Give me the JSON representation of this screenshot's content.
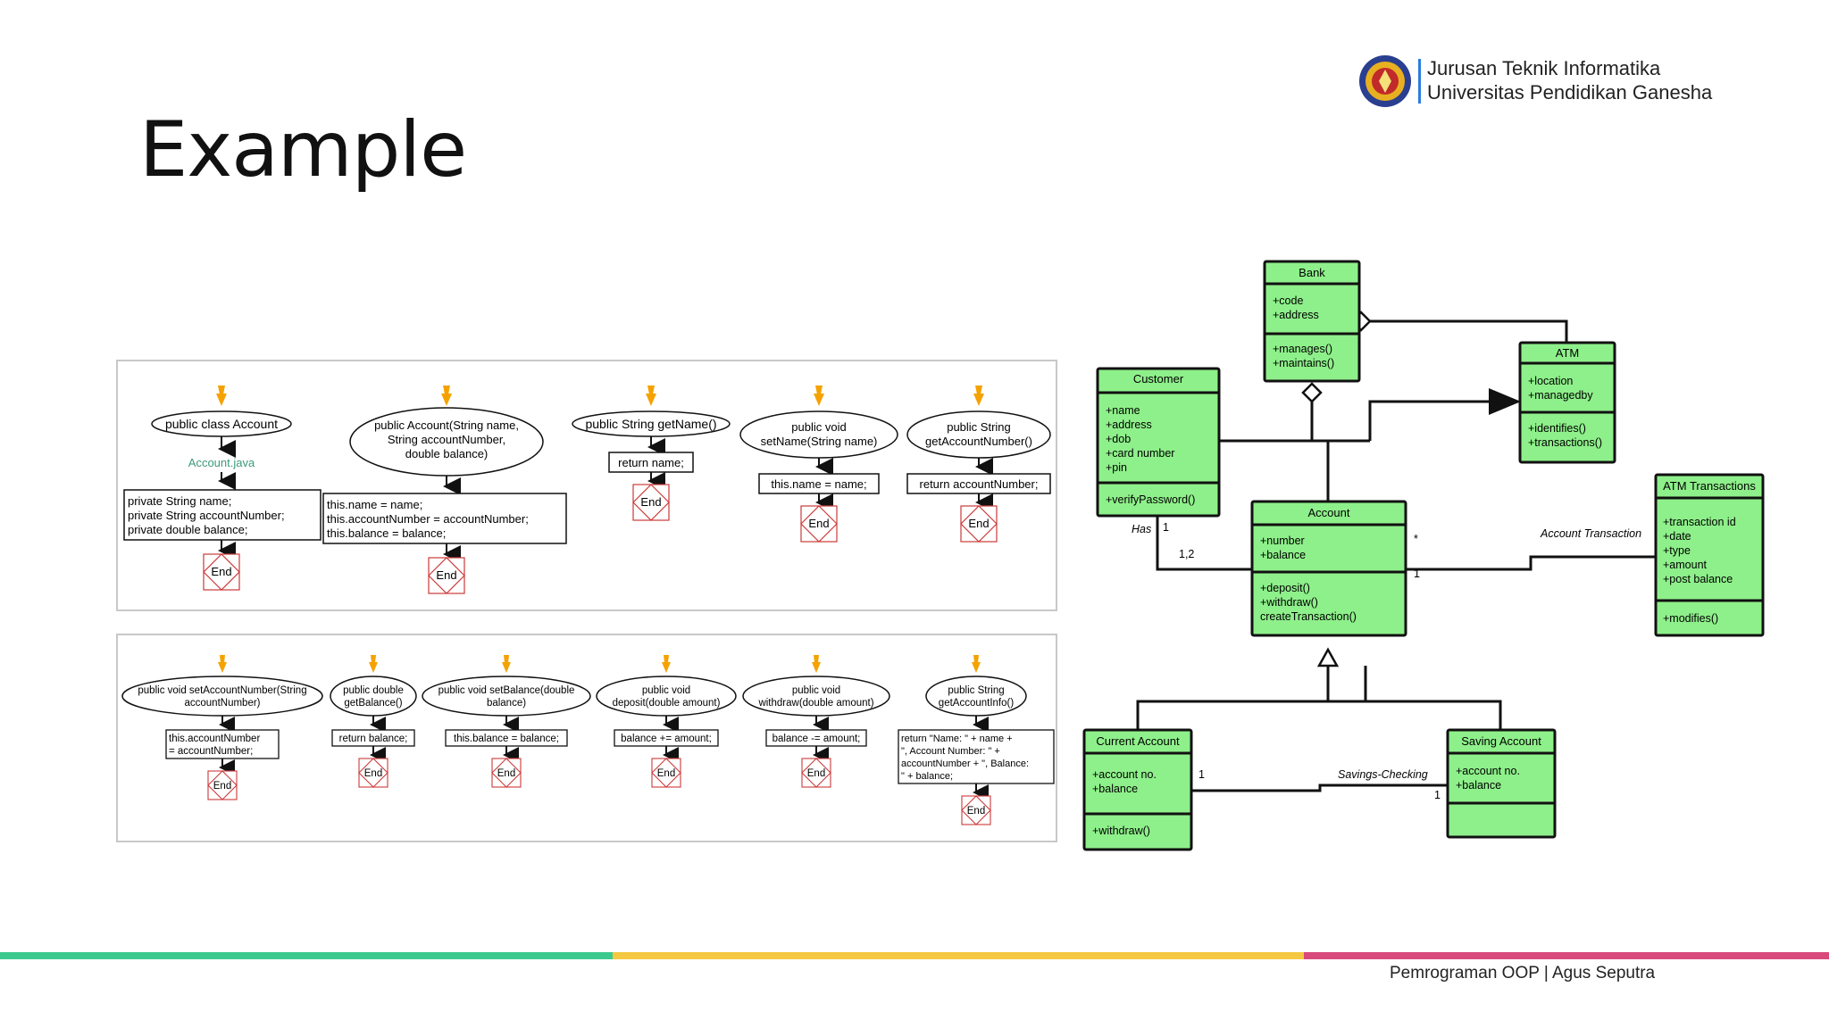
{
  "slide": {
    "title": "Example"
  },
  "institution": {
    "line1": "Jurusan Teknik Informatika",
    "line2": "Universitas Pendidikan Ganesha"
  },
  "flowchart1": {
    "class_node": "public class Account",
    "file_label": "Account.java",
    "fields": [
      "private String name;",
      "private String accountNumber;",
      "private double balance;"
    ],
    "ctor_node": [
      "public Account(String name,",
      "String accountNumber,",
      "double balance)"
    ],
    "ctor_body": [
      "this.name = name;",
      "this.accountNumber = accountNumber;",
      "this.balance = balance;"
    ],
    "getname_node": "public String getName()",
    "getname_body": "return name;",
    "setname_node": [
      "public void",
      "setName(String name)"
    ],
    "setname_body": "this.name = name;",
    "getacc_node": [
      "public String",
      "getAccountNumber()"
    ],
    "getacc_body": "return accountNumber;",
    "end": "End"
  },
  "flowchart2": {
    "setacc_node": [
      "public void setAccountNumber(String",
      "accountNumber)"
    ],
    "setacc_body": [
      "this.accountNumber",
      "= accountNumber;"
    ],
    "getbal_node": [
      "public double",
      "getBalance()"
    ],
    "getbal_body": "return balance;",
    "setbal_node": [
      "public void setBalance(double",
      "balance)"
    ],
    "setbal_body": "this.balance = balance;",
    "deposit_node": [
      "public void",
      "deposit(double amount)"
    ],
    "deposit_body": "balance += amount;",
    "withdraw_node": [
      "public void",
      "withdraw(double amount)"
    ],
    "withdraw_body": "balance -= amount;",
    "info_node": [
      "public String",
      "getAccountInfo()"
    ],
    "info_body": [
      "return \"Name: \" + name +",
      "\", Account Number: \" +",
      "accountNumber + \", Balance:",
      "\" + balance;"
    ],
    "end": "End"
  },
  "uml": {
    "bank": {
      "name": "Bank",
      "attrs": [
        "+code",
        "+address"
      ],
      "ops": [
        "+manages()",
        "+maintains()"
      ]
    },
    "atm": {
      "name": "ATM",
      "attrs": [
        "+location",
        "+managedby"
      ],
      "ops": [
        "+identifies()",
        "+transactions()"
      ]
    },
    "customer": {
      "name": "Customer",
      "attrs": [
        "+name",
        "+address",
        "+dob",
        "+card number",
        "+pin"
      ],
      "ops": [
        "+verifyPassword()"
      ]
    },
    "account": {
      "name": "Account",
      "attrs": [
        "+number",
        "+balance"
      ],
      "ops": [
        "+deposit()",
        "+withdraw()",
        "createTransaction()"
      ]
    },
    "atm_transactions": {
      "name": "ATM Transactions",
      "attrs": [
        "+transaction id",
        "+date",
        "+type",
        "+amount",
        "+post balance"
      ],
      "ops": [
        "+modifies()"
      ]
    },
    "current_account": {
      "name": "Current Account",
      "attrs": [
        "+account no.",
        "+balance"
      ],
      "ops": [
        "+withdraw()"
      ]
    },
    "saving_account": {
      "name": "Saving Account",
      "attrs": [
        "+account no.",
        "+balance"
      ],
      "ops": []
    },
    "labels": {
      "has": "Has",
      "has_mult_customer": "1",
      "has_mult_account": "1,2",
      "acc_tx": "Account Transaction",
      "acc_tx_mult_account": "1",
      "acc_tx_star": "*",
      "savings_checking": "Savings-Checking",
      "sc_mult_current": "1",
      "sc_mult_saving": "1"
    }
  },
  "footer": {
    "text": "Pemrograman OOP | Agus Seputra"
  },
  "colors": {
    "uml_fill": "#8ef08a",
    "stripe_green": "#3cc98e",
    "stripe_yellow": "#f5c842",
    "stripe_pink": "#d94a7c",
    "arrow_orange": "#f5a200",
    "end_red": "#cc3a3a",
    "file_label_green": "#3a9a7a"
  }
}
